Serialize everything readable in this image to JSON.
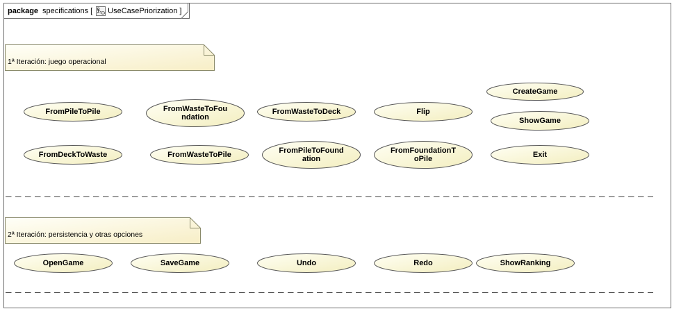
{
  "package": {
    "keyword": "package",
    "name": "specifications",
    "bracket_open": "[",
    "diagram_name": "UseCasePriorization",
    "bracket_close": "]",
    "diagram_icon": "use-case-diagram-icon"
  },
  "iterations": [
    {
      "note": "1ª Iteración: juego operacional"
    },
    {
      "note": "2ª Iteración: persistencia y otras opciones"
    }
  ],
  "use_cases": {
    "FromPileToPile": "FromPileToPile",
    "FromWasteToFoundation": "FromWasteToFou\nndation",
    "FromWasteToDeck": "FromWasteToDeck",
    "Flip": "Flip",
    "CreateGame": "CreateGame",
    "ShowGame": "ShowGame",
    "FromDeckToWaste": "FromDeckToWaste",
    "FromWasteToPile": "FromWasteToPile",
    "FromPileToFoundation": "FromPileToFound\nation",
    "FromFoundationToPile": "FromFoundationT\noPile",
    "Exit": "Exit",
    "OpenGame": "OpenGame",
    "SaveGame": "SaveGame",
    "Undo": "Undo",
    "Redo": "Redo",
    "ShowRanking": "ShowRanking"
  },
  "colors": {
    "usecase_fill_light": "#fffff2",
    "usecase_fill_dark": "#f6f2c8",
    "usecase_border": "#5a5a5a",
    "note_fill_light": "#fffff8",
    "note_fill_dark": "#f8f0c8",
    "note_border": "#8a8a6a"
  }
}
